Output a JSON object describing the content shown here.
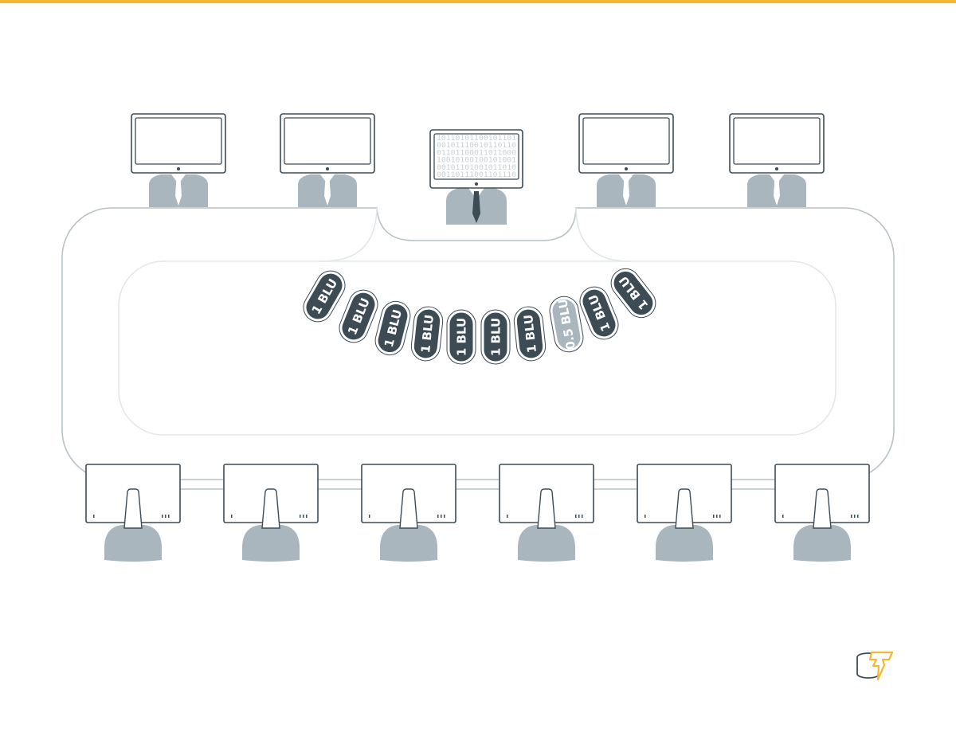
{
  "colors": {
    "accent": "#f4b731",
    "outline": "#3d4b55",
    "table_line": "#b9c2c7",
    "table_inner": "#e3e7e9",
    "person": "#a9b6bd",
    "chip_dark": "#3d4b55",
    "chip_light": "#a9b6bd"
  },
  "center_monitor": {
    "icon": "binary-code-screen",
    "binary_rows": [
      "10110101100101101",
      "00101110010110110",
      "01101100011011000",
      "10010100100101001",
      "00101101001011010",
      "00110111001101110"
    ]
  },
  "top_seats": [
    {
      "icon": "monitor-person-icon"
    },
    {
      "icon": "monitor-person-icon"
    },
    {
      "icon": "monitor-person-icon"
    },
    {
      "icon": "monitor-person-icon"
    }
  ],
  "bottom_seats": [
    {
      "icon": "laptop-person-icon"
    },
    {
      "icon": "laptop-person-icon"
    },
    {
      "icon": "laptop-person-icon"
    },
    {
      "icon": "laptop-person-icon"
    },
    {
      "icon": "laptop-person-icon"
    },
    {
      "icon": "laptop-person-icon"
    }
  ],
  "chips": [
    {
      "label": "1 BLU",
      "style": "dark"
    },
    {
      "label": "1 BLU",
      "style": "dark"
    },
    {
      "label": "1 BLU",
      "style": "dark"
    },
    {
      "label": "1 BLU",
      "style": "dark"
    },
    {
      "label": "1 BLU",
      "style": "dark"
    },
    {
      "label": "1 BLU",
      "style": "dark"
    },
    {
      "label": "1 BLU",
      "style": "dark"
    },
    {
      "label": "0.5 BLU",
      "style": "light"
    },
    {
      "label": "1 BLU",
      "style": "dark"
    },
    {
      "label": "1 BLU",
      "style": "dark"
    }
  ],
  "logo": {
    "icon": "coin-stack-lightning-logo"
  }
}
